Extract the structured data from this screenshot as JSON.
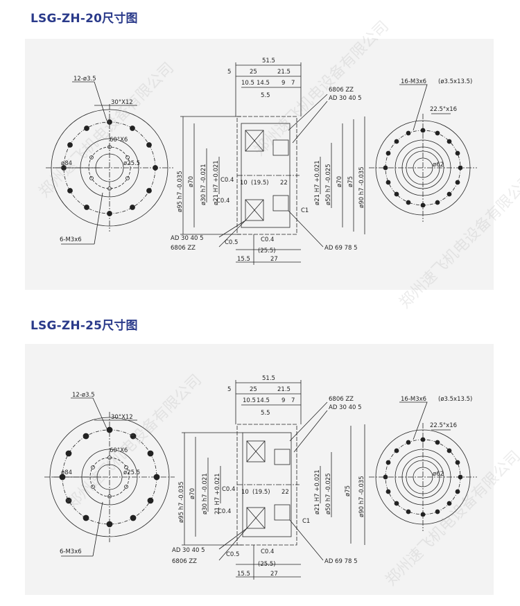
{
  "sections": [
    {
      "title": "LSG-ZH-20尺寸图",
      "left_view": {
        "holes": "12-ø3.5",
        "angle": "30°X12",
        "angle2": "60°X6",
        "d84": "ø84",
        "d255": "ø25.5",
        "thread": "6-M3x6"
      },
      "mid_view": {
        "top_dims": [
          "51.5",
          "5",
          "25",
          "21.5",
          "10.5",
          "14.5",
          "9",
          "7",
          "5.5"
        ],
        "left_dims": [
          "ø95 h7 -0.035",
          "ø70",
          "ø30 h7 -0.021",
          "ø21 H7 +0.021"
        ],
        "right_dims": [
          "ø21 H7 +0.021",
          "ø50 h7 -0.025",
          "ø70",
          "ø75",
          "ø90 h7 -0.035"
        ],
        "inner": [
          "C0.4",
          "10",
          "(19.5)",
          "22",
          "C0.4",
          "C1",
          "C0.5",
          "C0.4",
          "(25.5)"
        ],
        "bottom_dims": [
          "15.5",
          "27"
        ],
        "callouts": [
          "6806 ZZ",
          "AD 30 40 5",
          "AD 30 40 5",
          "6806 ZZ",
          "AD 69 78 5"
        ]
      },
      "right_view": {
        "holes": "16-M3x6",
        "depth": "(ø3.5x13.5)",
        "angle": "22.5°x16",
        "d62": "ø62"
      }
    },
    {
      "title": "LSG-ZH-25尺寸图",
      "left_view": {
        "holes": "12-ø3.5",
        "angle": "30°X12",
        "angle2": "60°X6",
        "d84": "ø84",
        "d255": "ø25.5",
        "thread": "6-M3x6"
      },
      "mid_view": {
        "top_dims": [
          "51.5",
          "5",
          "25",
          "21.5",
          "10.5",
          "14.5",
          "9",
          "7",
          "5.5"
        ],
        "left_dims": [
          "ø95 h7 -0.035",
          "ø70",
          "ø30 h7 -0.021",
          "21 H7 +0.021"
        ],
        "right_dims": [
          "ø21 H7 +0.021",
          "ø50 h7 -0.025",
          "ø75",
          "ø90 h7 -0.035"
        ],
        "inner": [
          "C0.4",
          "10",
          "(19.5)",
          "22",
          "C0.4",
          "C1",
          "C0.5",
          "C0.4",
          "(25.5)"
        ],
        "bottom_dims": [
          "15.5",
          "27"
        ],
        "callouts": [
          "6806 ZZ",
          "AD 30 40 5",
          "AD 30 40 5",
          "6806 ZZ",
          "AD 69 78 5"
        ]
      },
      "right_view": {
        "holes": "16-M3x6",
        "depth": "(ø3.5x13.5)",
        "angle": "22.5°x16",
        "d62": "ø62"
      }
    }
  ],
  "watermark": "郑州速飞机电设备有限公司"
}
